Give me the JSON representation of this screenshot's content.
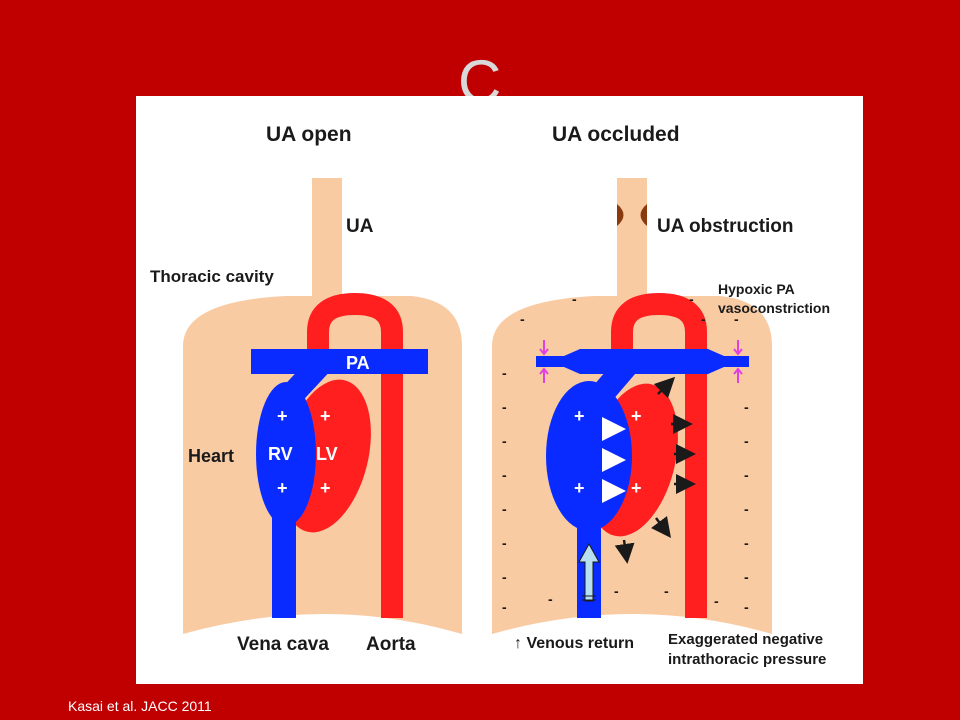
{
  "slide": {
    "letter": "C",
    "citation": "Kasai et al.  JACC 2011"
  },
  "left_panel": {
    "title": "UA open",
    "ua_label": "UA",
    "cavity_label": "Thoracic cavity",
    "pa_label": "PA",
    "heart_label": "Heart",
    "rv_label": "RV",
    "lv_label": "LV",
    "plus": "+",
    "vena_cava_label": "Vena cava",
    "aorta_label": "Aorta"
  },
  "right_panel": {
    "title": "UA occluded",
    "obstruction_label": "UA obstruction",
    "hypoxic_line1": "Hypoxic PA",
    "hypoxic_line2": "vasoconstriction",
    "plus": "+",
    "minus": "-",
    "venous_return_label": "↑ Venous return",
    "pressure_line1": "Exaggerated negative",
    "pressure_line2": "intrathoracic pressure"
  },
  "colors": {
    "background": "#c00000",
    "cavity": "#f9cba3",
    "venous": "#0a2bff",
    "arterial": "#ff1f1f",
    "arrow_light": "#b7dff0",
    "constriction_marker": "#e040e0",
    "obstruction": "#8b3a0e"
  }
}
